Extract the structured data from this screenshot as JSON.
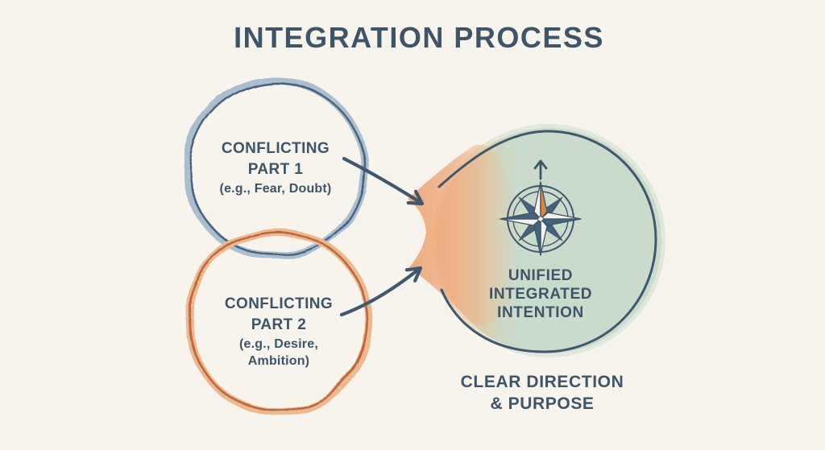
{
  "title": "INTEGRATION PROCESS",
  "part1": {
    "lines": [
      "CONFLICTING",
      "PART 1"
    ],
    "example_lines": [
      "(e.g., Fear, Doubt)"
    ]
  },
  "part2": {
    "lines": [
      "CONFLICTING",
      "PART 2"
    ],
    "example_lines": [
      "(e.g., Desire,",
      "Ambition)"
    ]
  },
  "result": {
    "lines": [
      "UNIFIED",
      "INTEGRATED",
      "INTENTION"
    ]
  },
  "caption": {
    "lines": [
      "CLEAR DIRECTION",
      "& PURPOSE"
    ]
  },
  "icons": {
    "compass": "compass-rose-icon",
    "north_arrow": "north-arrow-icon"
  },
  "colors": {
    "background": "#f7f4ed",
    "text": "#3d5469",
    "blue_circle_band": "#a9bed0",
    "blue_circle_line": "#46627e",
    "orange_circle_band": "#ecb98e",
    "orange_circle_line": "#c1653a",
    "sage_fill": "#cbdbcc",
    "merge_orange": "#efa979",
    "ring": "#3e586e",
    "arrow": "#3f586e",
    "compass_slate": "#3b566d",
    "compass_orange": "#e5823c"
  }
}
